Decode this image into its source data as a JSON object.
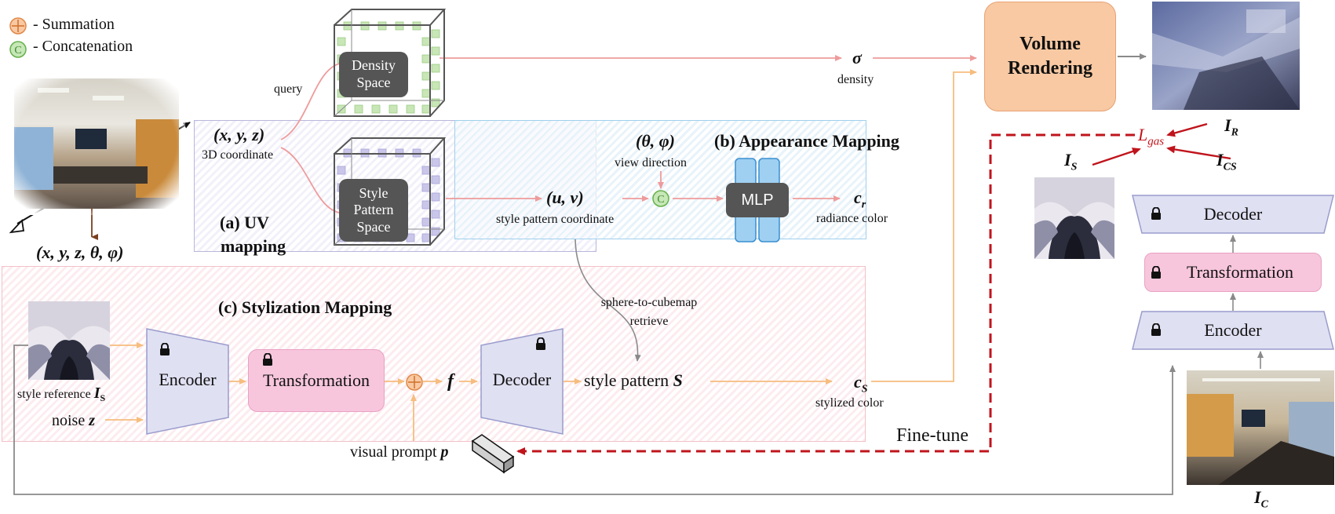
{
  "legend": {
    "summation": "- Summation",
    "concatenation": "- Concatenation"
  },
  "inputs": {
    "coord": "(x, y, z)",
    "coord_sub": "3D coordinate",
    "ray": "(x, y, z, θ, φ)",
    "query": "query"
  },
  "cubes": {
    "density": [
      "Density",
      "Space"
    ],
    "style": [
      "Style",
      "Pattern",
      "Space"
    ]
  },
  "uv": {
    "label_a": "(a) UV",
    "label_b": "mapping",
    "uv": "(u, v)",
    "uv_sub": "style pattern coordinate"
  },
  "appearance": {
    "title": "(b) Appearance Mapping",
    "view": "(θ, φ)",
    "view_sub": "view direction",
    "mlp": "MLP",
    "cr": "c",
    "cr_sub": "r",
    "cr_label": "radiance color"
  },
  "density": {
    "sigma": "σ",
    "label": "density"
  },
  "volume": {
    "line1": "Volume",
    "line2": "Rendering"
  },
  "stylization": {
    "title": "(c) Stylization Mapping",
    "style_ref": "style reference",
    "style_ref_sym": "I",
    "style_ref_sub": "S",
    "noise": "noise",
    "noise_sym": "z",
    "encoder": "Encoder",
    "transformation": "Transformation",
    "f": "f",
    "decoder": "Decoder",
    "style_pattern": "style pattern",
    "style_pattern_sym": "S",
    "sphere": "sphere-to-cubemap",
    "retrieve": "retrieve",
    "cs": "c",
    "cs_sub": "S",
    "cs_label": "stylized color",
    "visual_prompt": "visual prompt",
    "visual_prompt_sym": "p"
  },
  "right": {
    "loss": "L",
    "loss_sub": "gas",
    "ir": "I",
    "ir_sub": "R",
    "is": "I",
    "is_sub": "S",
    "ics": "I",
    "ics_sub": "CS",
    "decoder": "Decoder",
    "transformation": "Transformation",
    "encoder": "Encoder",
    "ic": "I",
    "ic_sub": "C",
    "finetune": "Fine-tune"
  },
  "colors": {
    "pink_arrow": "#ee9b9b",
    "orange_arrow": "#f6bd7e",
    "grey_arrow": "#8a8a8a",
    "red_dashed": "#c0141c",
    "volume_fill": "#f8c9a3",
    "trans_fill": "#f7c6dc",
    "coder_fill": "#dfe0f2",
    "mlp_fill": "#9fd0f2",
    "loss_color": "#c0141c"
  }
}
